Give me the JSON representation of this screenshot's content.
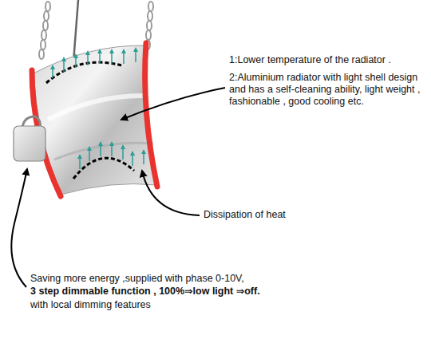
{
  "diagram": {
    "labels": [
      "1:Lower temperature of the radiator .",
      "2:Aluminium radiator with light shell design and has a self-cleaning ability, light weight , fashionable , good cooling etc.",
      "Dissipation of heat",
      "Saving more energy ,supplied with phase 0-10V,",
      "3 step dimmable function , 100%⇒low light ⇒off.",
      "with local dimming features"
    ]
  }
}
